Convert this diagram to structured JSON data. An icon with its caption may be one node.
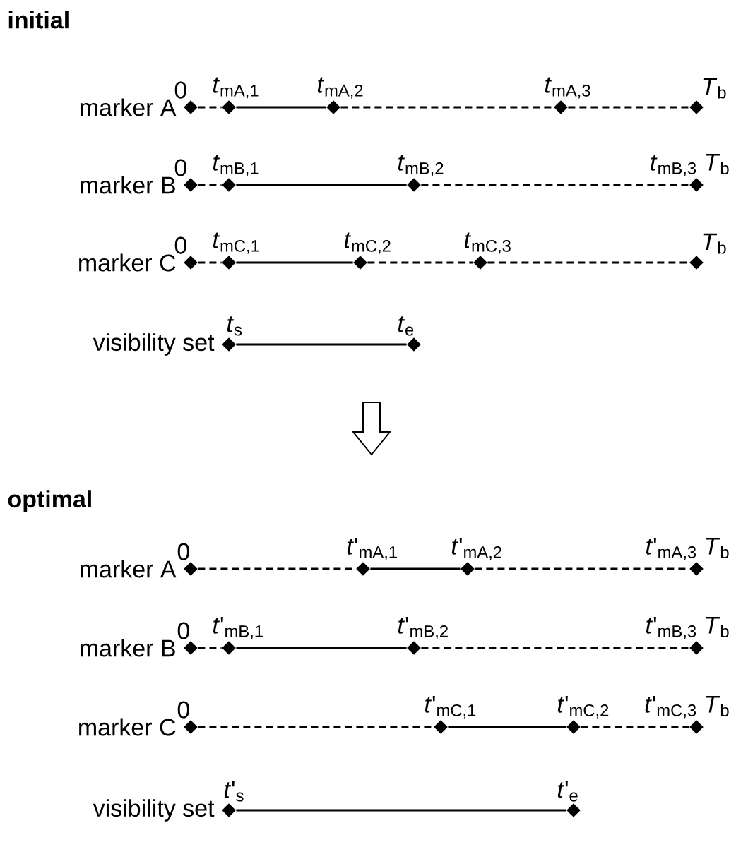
{
  "diagram": {
    "nodes": [
      {
        "text": [
          "0"
        ]
      },
      {
        "text": [
          "*t*$_{mA,1}$"
        ]
      },
      {
        "text": [
          "*t*$_{mA,2}$"
        ]
      },
      {
        "text": [
          "*t*$_{mA,3}$"
        ]
      },
      {
        "text": [
          "*T*$_{b}$"
        ]
      },
      {
        "text": [
          "0"
        ]
      },
      {
        "text": [
          "*t*$_{mB,1}$"
        ]
      },
      {
        "text": [
          "*t*$_{mB,2}$"
        ]
      },
      {
        "text": [
          "*t*$_{mB,3}$",
          "*T*$_{b}$"
        ]
      },
      {
        "text": [
          "0"
        ]
      },
      {
        "text": [
          "*t*$_{mC,1}$"
        ]
      },
      {
        "text": [
          "*t*$_{mC,2}$"
        ]
      },
      {
        "text": [
          "*t*$_{mC,3}$"
        ]
      },
      {
        "text": [
          "*T*$_{b}$"
        ]
      },
      {
        "text": [
          "*t*$_{s}$"
        ]
      },
      {
        "text": [
          "*t*$_{e}$"
        ]
      },
      {
        "text": [
          "0"
        ]
      },
      {
        "text": [
          "*t*'$_{mA,1}$"
        ]
      },
      {
        "text": [
          "*t*'$_{mA,2}$"
        ]
      },
      {
        "text": [
          "*t*'$_{mA,3}$",
          "*T*$_{b}$"
        ]
      },
      {
        "text": [
          "0"
        ]
      },
      {
        "text": [
          "*t*'$_{mB,1}$"
        ]
      },
      {
        "text": [
          "*t*'$_{mB,2}$"
        ]
      },
      {
        "text": [
          "*t*'$_{mB,3}$",
          "*T*$_{b}$"
        ]
      },
      {
        "text": [
          "0"
        ]
      },
      {
        "text": [
          "*t*'$_{mC,1}$"
        ]
      },
      {
        "text": [
          "*t*'$_{mC,2}$"
        ]
      },
      {
        "text": [
          "*t*'$_{mC,3}$",
          "*T*$_{b}$"
        ]
      },
      {
        "text": [
          "*t*'$_{s}$"
        ]
      },
      {
        "text": [
          "*t*'$_{e}$"
        ]
      }
    ],
    "edges": [
      {
        "from": 0,
        "to": 1,
        "arrow": "none",
        "style": "dashed"
      },
      {
        "from": 1,
        "to": 2,
        "arrow": "none"
      },
      {
        "from": 2,
        "to": 3,
        "arrow": "none",
        "style": "dashed"
      },
      {
        "from": 3,
        "to": 4,
        "arrow": "none",
        "style": "dashed"
      },
      {
        "from": 5,
        "to": 6,
        "arrow": "none",
        "style": "dashed"
      },
      {
        "from": 6,
        "to": 7,
        "arrow": "none"
      },
      {
        "from": 7,
        "to": 8,
        "arrow": "none",
        "style": "dashed"
      },
      {
        "from": 9,
        "to": 10,
        "arrow": "none",
        "style": "dashed"
      },
      {
        "from": 10,
        "to": 11,
        "arrow": "none"
      },
      {
        "from": 11,
        "to": 12,
        "arrow": "none",
        "style": "dashed"
      },
      {
        "from": 12,
        "to": 13,
        "arrow": "none",
        "style": "dashed"
      },
      {
        "from": 14,
        "to": 15,
        "arrow": "none"
      },
      {
        "from": 16,
        "to": 17,
        "arrow": "none",
        "style": "dashed"
      },
      {
        "from": 17,
        "to": 18,
        "arrow": "none"
      },
      {
        "from": 18,
        "to": 19,
        "arrow": "none",
        "style": "dashed"
      },
      {
        "from": 20,
        "to": 21,
        "arrow": "none",
        "style": "dashed"
      },
      {
        "from": 21,
        "to": 22,
        "arrow": "none"
      },
      {
        "from": 22,
        "to": 23,
        "arrow": "none",
        "style": "dashed"
      },
      {
        "from": 24,
        "to": 25,
        "arrow": "none",
        "style": "dashed"
      },
      {
        "from": 25,
        "to": 26,
        "arrow": "none"
      },
      {
        "from": 26,
        "to": 27,
        "arrow": "none",
        "style": "dashed"
      },
      {
        "from": 28,
        "to": 29,
        "arrow": "none"
      }
    ],
    "labels": [
      "initial",
      "marker A",
      "marker B",
      "marker C",
      "visibility set",
      "optimal",
      "marker A",
      "marker B",
      "marker C",
      "visibility set"
    ]
  }
}
